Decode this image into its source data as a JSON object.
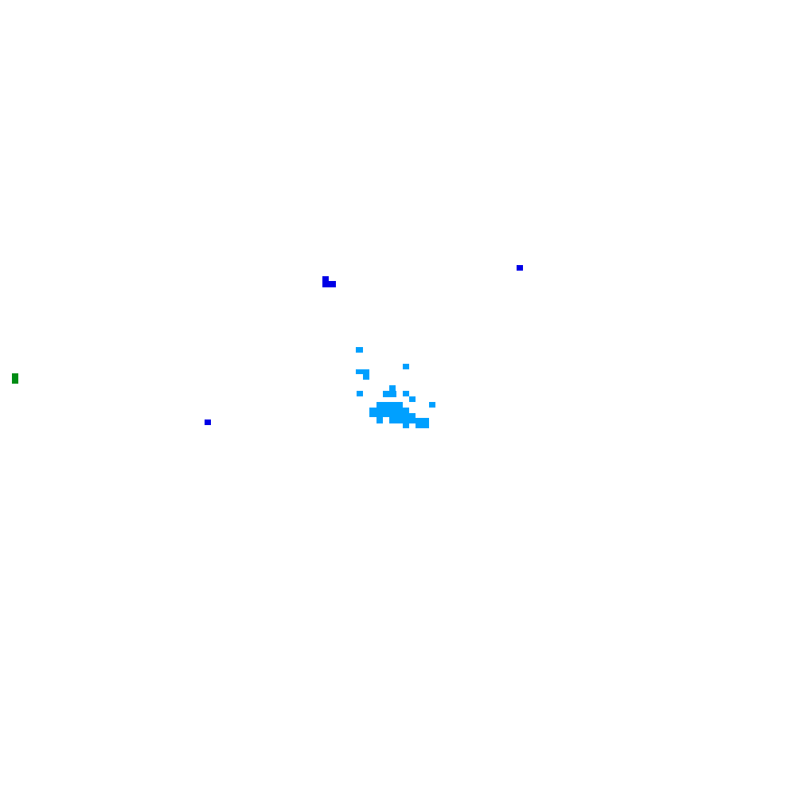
{
  "map": {
    "background": "#ffffff",
    "layers": [
      {
        "name": "dark-blue-markers",
        "color": "#0000e6"
      },
      {
        "name": "light-blue-cluster",
        "color": "#00a0ff"
      },
      {
        "name": "green-marker",
        "color": "#008c14"
      }
    ]
  }
}
